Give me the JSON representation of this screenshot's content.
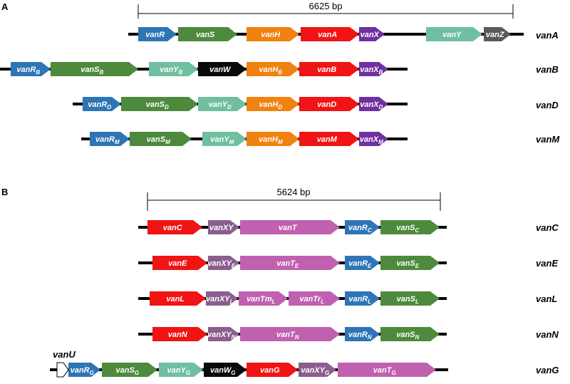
{
  "panels": [
    {
      "letter": "A",
      "scale_label": "6625 bp",
      "clusters": [
        {
          "name": "vanA",
          "genes": [
            {
              "base": "vanR",
              "sub": "",
              "color": "#2E75B6"
            },
            {
              "base": "vanS",
              "sub": "",
              "color": "#4E8A3E"
            },
            {
              "base": "vanH",
              "sub": "",
              "color": "#F0820F"
            },
            {
              "base": "vanA",
              "sub": "",
              "color": "#F01414"
            },
            {
              "base": "vanX",
              "sub": "",
              "color": "#7030A0"
            },
            {
              "base": "vanY",
              "sub": "",
              "color": "#6FBFA0"
            },
            {
              "base": "vanZ",
              "sub": "",
              "color": "#595959"
            }
          ]
        },
        {
          "name": "vanB",
          "genes": [
            {
              "base": "vanR",
              "sub": "B",
              "color": "#2E75B6"
            },
            {
              "base": "vanS",
              "sub": "B",
              "color": "#4E8A3E"
            },
            {
              "base": "vanY",
              "sub": "B",
              "color": "#6FBFA0"
            },
            {
              "base": "vanW",
              "sub": "",
              "color": "#0A0A0A"
            },
            {
              "base": "vanH",
              "sub": "B",
              "color": "#F0820F"
            },
            {
              "base": "vanB",
              "sub": "",
              "color": "#F01414"
            },
            {
              "base": "vanX",
              "sub": "B",
              "color": "#7030A0"
            }
          ]
        },
        {
          "name": "vanD",
          "genes": [
            {
              "base": "vanR",
              "sub": "D",
              "color": "#2E75B6"
            },
            {
              "base": "vanS",
              "sub": "D",
              "color": "#4E8A3E"
            },
            {
              "base": "vanY",
              "sub": "D",
              "color": "#6FBFA0"
            },
            {
              "base": "vanH",
              "sub": "D",
              "color": "#F0820F"
            },
            {
              "base": "vanD",
              "sub": "",
              "color": "#F01414"
            },
            {
              "base": "vanX",
              "sub": "D",
              "color": "#7030A0"
            }
          ]
        },
        {
          "name": "vanM",
          "genes": [
            {
              "base": "vanR",
              "sub": "M",
              "color": "#2E75B6"
            },
            {
              "base": "vanS",
              "sub": "M",
              "color": "#4E8A3E"
            },
            {
              "base": "vanY",
              "sub": "M",
              "color": "#6FBFA0"
            },
            {
              "base": "vanH",
              "sub": "M",
              "color": "#F0820F"
            },
            {
              "base": "vanM",
              "sub": "",
              "color": "#F01414"
            },
            {
              "base": "vanX",
              "sub": "M",
              "color": "#7030A0"
            }
          ]
        }
      ]
    },
    {
      "letter": "B",
      "scale_label": "5624 bp",
      "clusters": [
        {
          "name": "vanC",
          "genes": [
            {
              "base": "vanC",
              "sub": "",
              "color": "#F01414"
            },
            {
              "base": "vanXY",
              "sub": "",
              "color": "#8B5E8E"
            },
            {
              "base": "vanT",
              "sub": "",
              "color": "#C060B0"
            },
            {
              "base": "vanR",
              "sub": "C",
              "color": "#2E75B6"
            },
            {
              "base": "vanS",
              "sub": "C",
              "color": "#4E8A3E"
            }
          ]
        },
        {
          "name": "vanE",
          "genes": [
            {
              "base": "vanE",
              "sub": "",
              "color": "#F01414"
            },
            {
              "base": "vanXY",
              "sub": "E",
              "color": "#8B5E8E"
            },
            {
              "base": "vanT",
              "sub": "E",
              "color": "#C060B0"
            },
            {
              "base": "vanR",
              "sub": "E",
              "color": "#2E75B6"
            },
            {
              "base": "vanS",
              "sub": "E",
              "color": "#4E8A3E"
            }
          ]
        },
        {
          "name": "vanL",
          "genes": [
            {
              "base": "vanL",
              "sub": "",
              "color": "#F01414"
            },
            {
              "base": "vanXY",
              "sub": "L",
              "color": "#8B5E8E"
            },
            {
              "base": "vanTm",
              "sub": "L",
              "color": "#C060B0"
            },
            {
              "base": "vanTr",
              "sub": "L",
              "color": "#C060B0"
            },
            {
              "base": "vanR",
              "sub": "L",
              "color": "#2E75B6"
            },
            {
              "base": "vanS",
              "sub": "L",
              "color": "#4E8A3E"
            }
          ]
        },
        {
          "name": "vanN",
          "genes": [
            {
              "base": "vanN",
              "sub": "",
              "color": "#F01414"
            },
            {
              "base": "vanXY",
              "sub": "N",
              "color": "#8B5E8E"
            },
            {
              "base": "vanT",
              "sub": "N",
              "color": "#C060B0"
            },
            {
              "base": "vanR",
              "sub": "N",
              "color": "#2E75B6"
            },
            {
              "base": "vanS",
              "sub": "N",
              "color": "#4E8A3E"
            }
          ]
        },
        {
          "name": "vanG",
          "extra_label": "vanU",
          "genes": [
            {
              "base": "",
              "sub": "",
              "color": "#FFFFFF",
              "outline": true
            },
            {
              "base": "vanR",
              "sub": "G",
              "color": "#2E75B6"
            },
            {
              "base": "vanS",
              "sub": "G",
              "color": "#4E8A3E"
            },
            {
              "base": "vanY",
              "sub": "G",
              "color": "#6FBFA0"
            },
            {
              "base": "vanW",
              "sub": "G",
              "color": "#0A0A0A"
            },
            {
              "base": "vanG",
              "sub": "",
              "color": "#F01414"
            },
            {
              "base": "vanXY",
              "sub": "G",
              "color": "#8B5E8E"
            },
            {
              "base": "vanT",
              "sub": "G",
              "color": "#C060B0"
            }
          ]
        }
      ]
    }
  ]
}
